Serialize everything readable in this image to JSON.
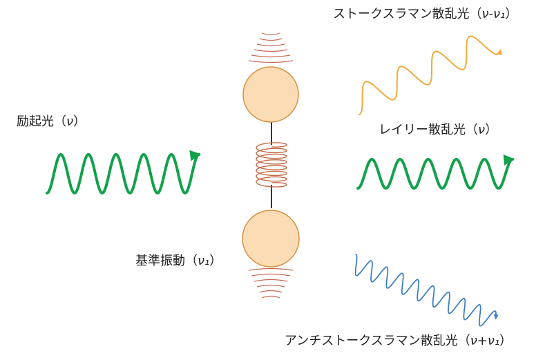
{
  "colors": {
    "excitation": "#12a14b",
    "rayleigh": "#12a14b",
    "stokes": "#f2a93b",
    "anti_stokes": "#3f7fc0",
    "atom_fill": "#fbdcb5",
    "atom_stroke": "#d8903f",
    "spring": "#c56a45",
    "vibration_arc": "#c86a52",
    "bond": "#333333"
  },
  "labels": {
    "excitation": {
      "text": "励起光（",
      "symbol": "ν",
      "close": "）"
    },
    "rayleigh": {
      "text": "レイリー散乱光（",
      "symbol": "ν",
      "close": "）"
    },
    "stokes": {
      "text": "ストークスラマン散乱光（",
      "symbol": "ν-ν₁",
      "close": "）"
    },
    "anti_stokes": {
      "text": "アンチストークスラマン散乱光（",
      "symbol": "ν+ν₁",
      "close": "）"
    },
    "normal_vibration": {
      "text": "基準振動（",
      "symbol": "ν₁",
      "close": "）"
    }
  }
}
